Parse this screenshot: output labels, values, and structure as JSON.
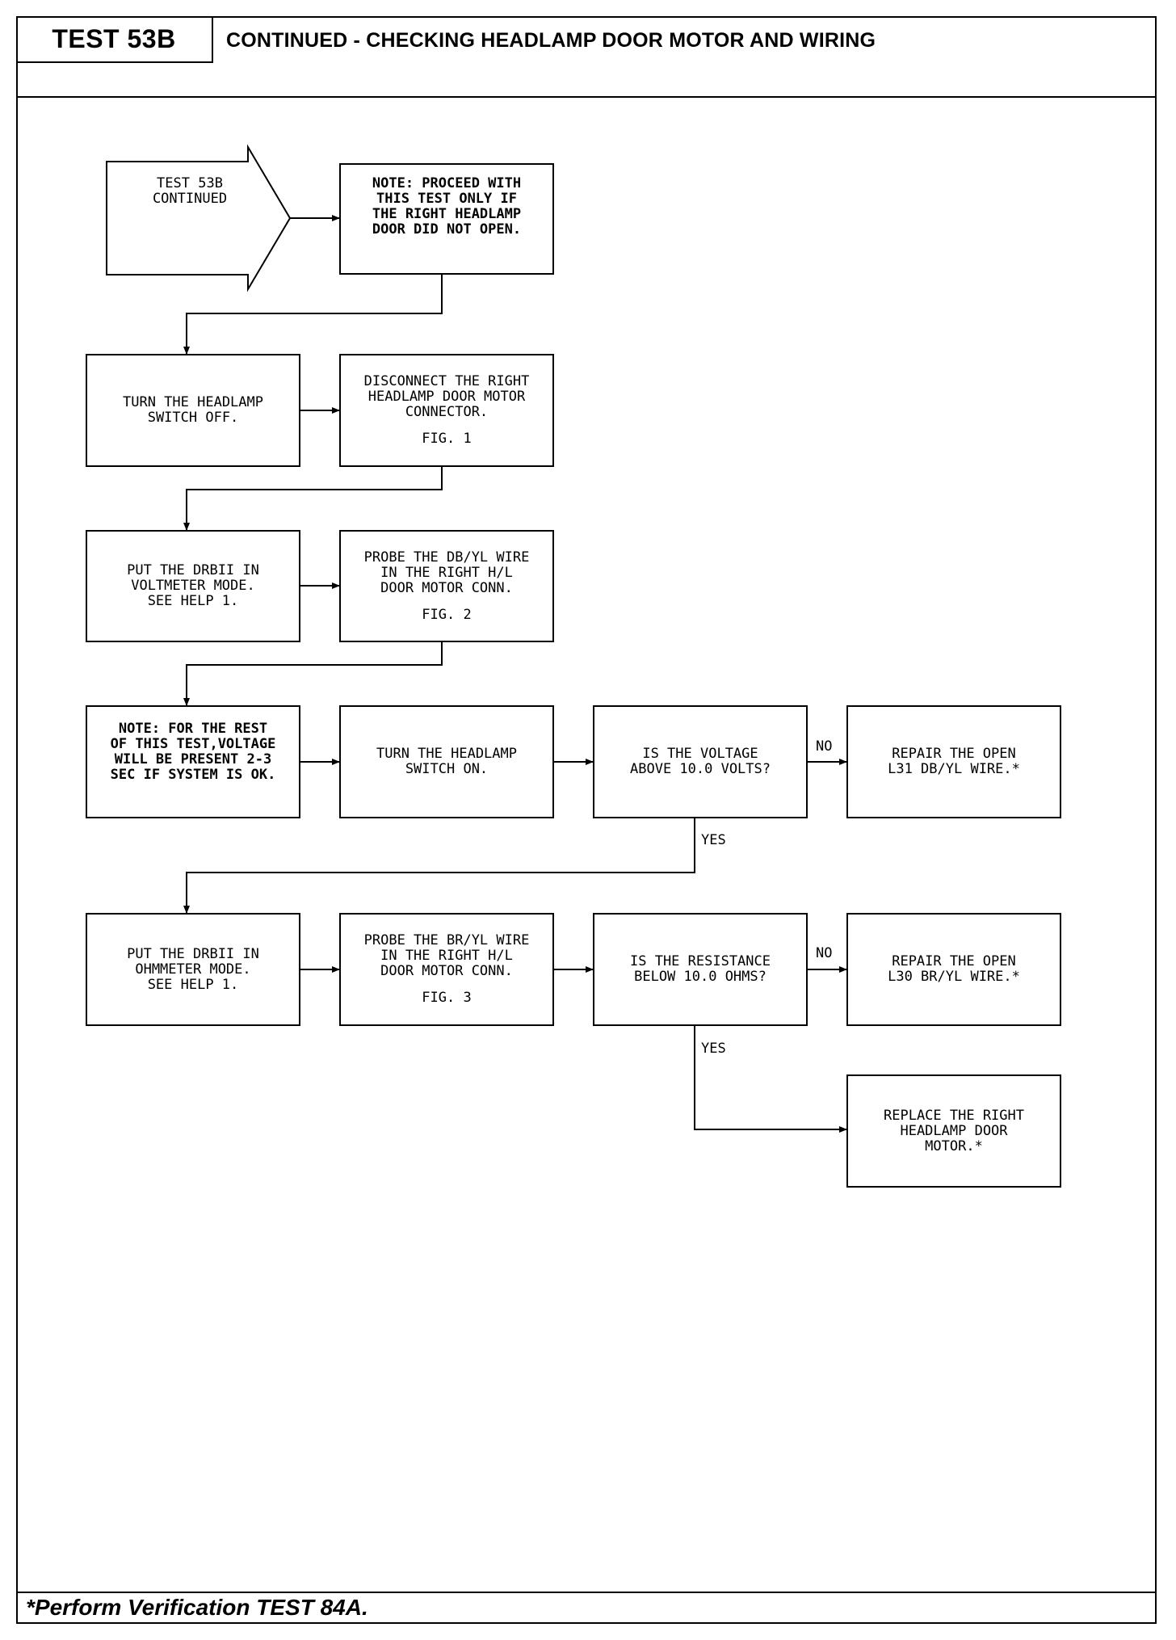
{
  "header": {
    "test_id": "TEST 53B",
    "title": "CONTINUED - CHECKING HEADLAMP DOOR MOTOR AND WIRING"
  },
  "start": {
    "label": "TEST 53B\nCONTINUED"
  },
  "nodes": {
    "note_proceed": "NOTE:  PROCEED WITH\nTHIS TEST ONLY IF\nTHE RIGHT HEADLAMP\nDOOR DID NOT OPEN.",
    "turn_switch_off": "TURN THE HEADLAMP\nSWITCH OFF.",
    "disconnect_connector": {
      "text": "DISCONNECT THE RIGHT\nHEADLAMP DOOR MOTOR\nCONNECTOR.",
      "fig": "FIG. 1"
    },
    "drbii_voltmeter": "PUT THE DRBII IN\nVOLTMETER MODE.\nSEE HELP 1.",
    "probe_db_yl": {
      "text": "PROBE THE DB/YL WIRE\nIN THE RIGHT H/L\nDOOR MOTOR CONN.",
      "fig": "FIG. 2"
    },
    "note_voltage": "NOTE:  FOR THE REST\nOF THIS TEST,VOLTAGE\nWILL BE PRESENT 2-3\nSEC IF SYSTEM IS OK.",
    "turn_switch_on": "TURN THE HEADLAMP\nSWITCH ON.",
    "q_voltage": "IS THE VOLTAGE\nABOVE 10.0 VOLTS?",
    "repair_l31": "REPAIR THE OPEN\nL31 DB/YL WIRE.*",
    "drbii_ohmmeter": "PUT THE DRBII IN\nOHMMETER MODE.\nSEE HELP 1.",
    "probe_br_yl": {
      "text": "PROBE THE BR/YL WIRE\nIN THE RIGHT H/L\nDOOR MOTOR CONN.",
      "fig": "FIG. 3"
    },
    "q_resistance": "IS THE RESISTANCE\nBELOW 10.0 OHMS?",
    "repair_l30": "REPAIR THE OPEN\nL30 BR/YL WIRE.*",
    "replace_motor": "REPLACE THE RIGHT\nHEADLAMP DOOR\nMOTOR.*"
  },
  "branch_labels": {
    "no": "NO",
    "yes": "YES"
  },
  "footer": {
    "note": "*Perform Verification TEST 84A."
  }
}
